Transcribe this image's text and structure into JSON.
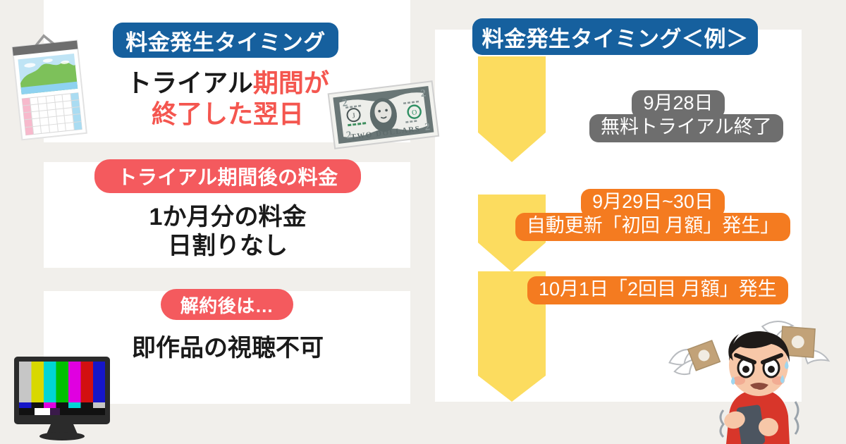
{
  "page": {
    "background_color": "#f1efeb",
    "card_color": "#ffffff"
  },
  "colors": {
    "blue": "#16609e",
    "pink": "#f45a5e",
    "red_text": "#f4564f",
    "gray": "#6e6e6e",
    "orange": "#f47b20",
    "yellow_arrow": "#fcdc5f",
    "dark_text": "#1a1a1a"
  },
  "left_column": {
    "section_1": {
      "badge": "料金発生タイミング",
      "headline_line1_plain": "トライアル",
      "headline_line1_accent": "期間が",
      "headline_line2": "終了した翌日"
    },
    "section_2": {
      "badge": "トライアル期間後の料金",
      "headline_line1": "1か月分の料金",
      "headline_line2": "日割りなし"
    },
    "section_3": {
      "badge": "解約後は…",
      "headline_line1": "即作品の視聴不可"
    }
  },
  "right_column": {
    "badge": "料金発生タイミング＜例＞",
    "steps": [
      {
        "date": "9月28日",
        "text": "無料トライアル終了",
        "style": "gray"
      },
      {
        "date": "9月29日~30日",
        "text": "自動更新「初回 月額」発生」",
        "style": "orange"
      },
      {
        "date": "",
        "text": "10月1日「2回目 月額」発生",
        "style": "orange"
      }
    ]
  },
  "illustrations": [
    {
      "name": "wall-calendar-illustration",
      "position": "top-left"
    },
    {
      "name": "two-dollar-bill-illustration",
      "position": "top-center-right"
    },
    {
      "name": "television-colorbars-illustration",
      "position": "bottom-left"
    },
    {
      "name": "worried-boy-with-smartphone-illustration",
      "position": "bottom-right"
    },
    {
      "name": "flying-money-wings-illustration",
      "position": "bottom-right"
    }
  ]
}
